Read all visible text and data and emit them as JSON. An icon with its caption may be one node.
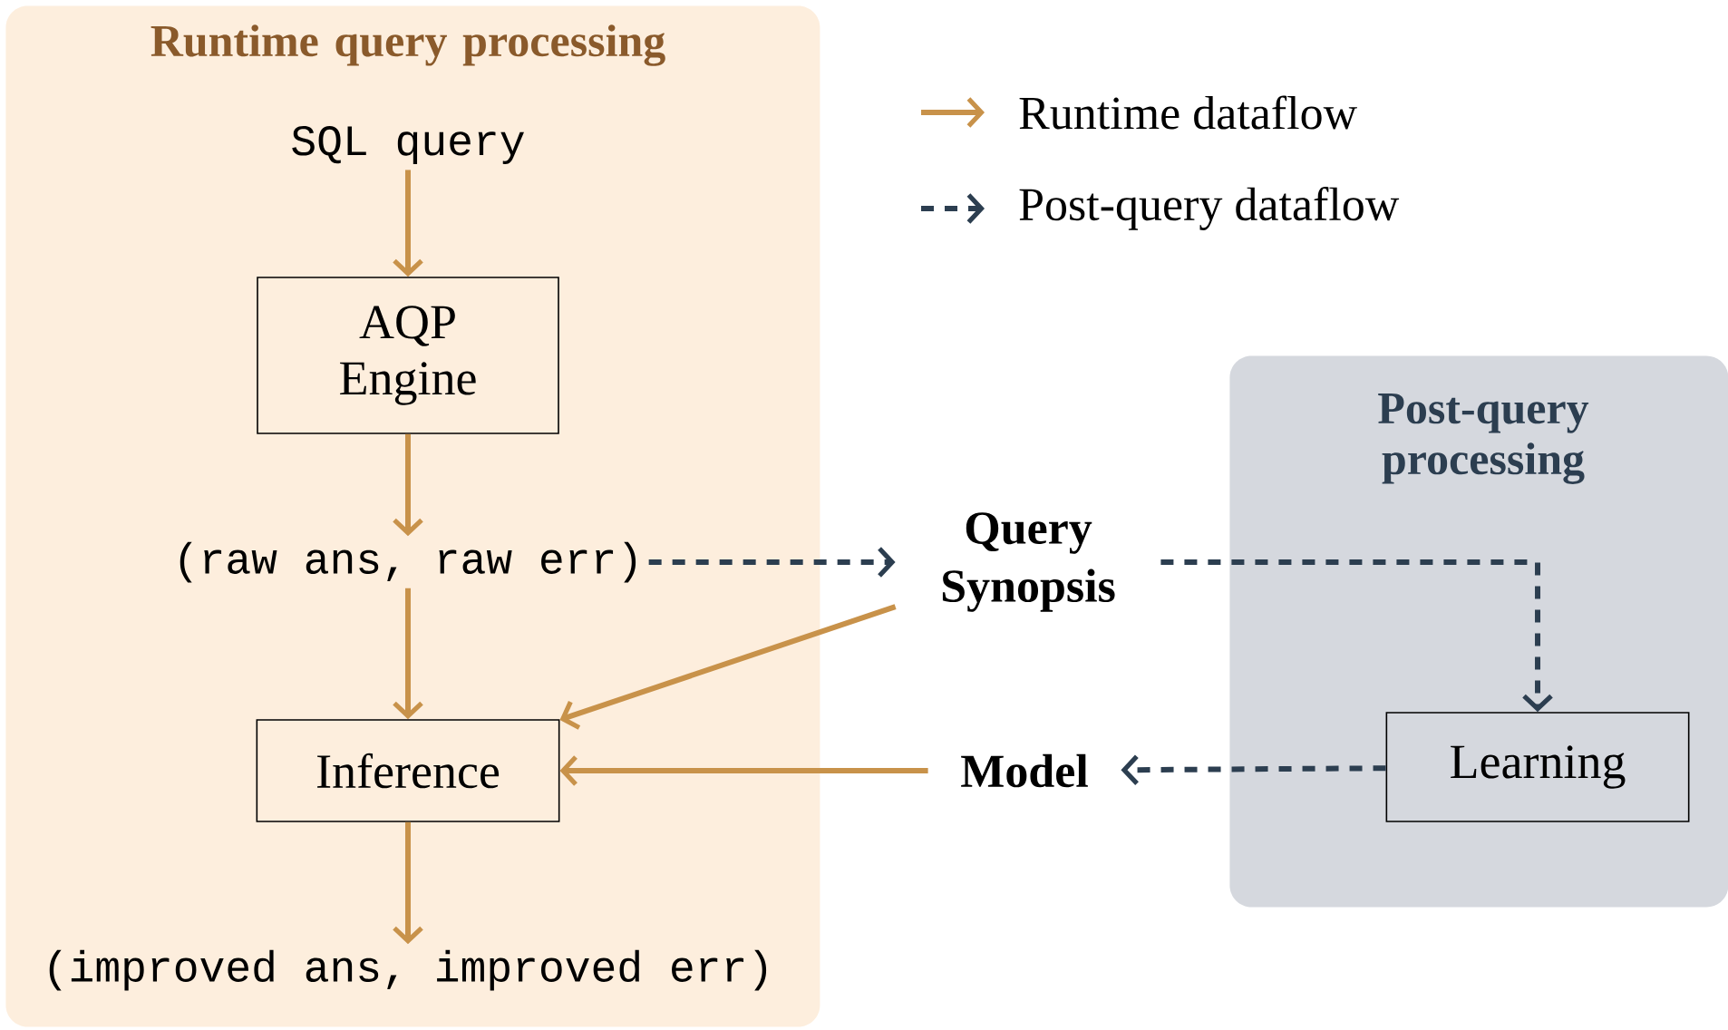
{
  "diagram": {
    "nodes": [
      {
        "text": [
          "Runtime query processing"
        ]
      },
      {
        "text": [
          "SQL query"
        ],
        "in": 0
      },
      {
        "text": [
          "AQP Engine"
        ],
        "in": 0
      },
      {
        "text": [
          "(raw ans, raw err)"
        ],
        "in": 0
      },
      {
        "text": [
          "Inference"
        ],
        "in": 0
      },
      {
        "text": [
          "(improved ans, improved err)"
        ],
        "in": 0
      },
      {
        "text": [
          "Post-query processing"
        ]
      },
      {
        "text": [
          "Learning"
        ],
        "in": 6
      },
      {
        "text": [
          "Query Synopsis"
        ]
      },
      {
        "text": [
          "Model"
        ]
      }
    ],
    "edges": [
      {
        "from": 1,
        "to": 2,
        "arrow": "to"
      },
      {
        "from": 2,
        "to": 3,
        "arrow": "to"
      },
      {
        "from": 3,
        "to": 4,
        "arrow": "to"
      },
      {
        "from": 4,
        "to": 5,
        "arrow": "to"
      },
      {
        "from": 3,
        "to": 8,
        "arrow": "to",
        "style": "dashed",
        "color": "#2c3e50"
      },
      {
        "from": 8,
        "to": 7,
        "arrow": "to",
        "style": "dashed",
        "color": "#2c3e50"
      },
      {
        "from": 8,
        "to": 4,
        "arrow": "to"
      },
      {
        "from": 9,
        "to": 4,
        "arrow": "to"
      },
      {
        "from": 7,
        "to": 9,
        "arrow": "to",
        "style": "dashed",
        "color": "#2c3e50"
      }
    ],
    "legend": [
      {
        "text": "Runtime dataflow"
      },
      {
        "text": "Post-query dataflow"
      }
    ]
  }
}
